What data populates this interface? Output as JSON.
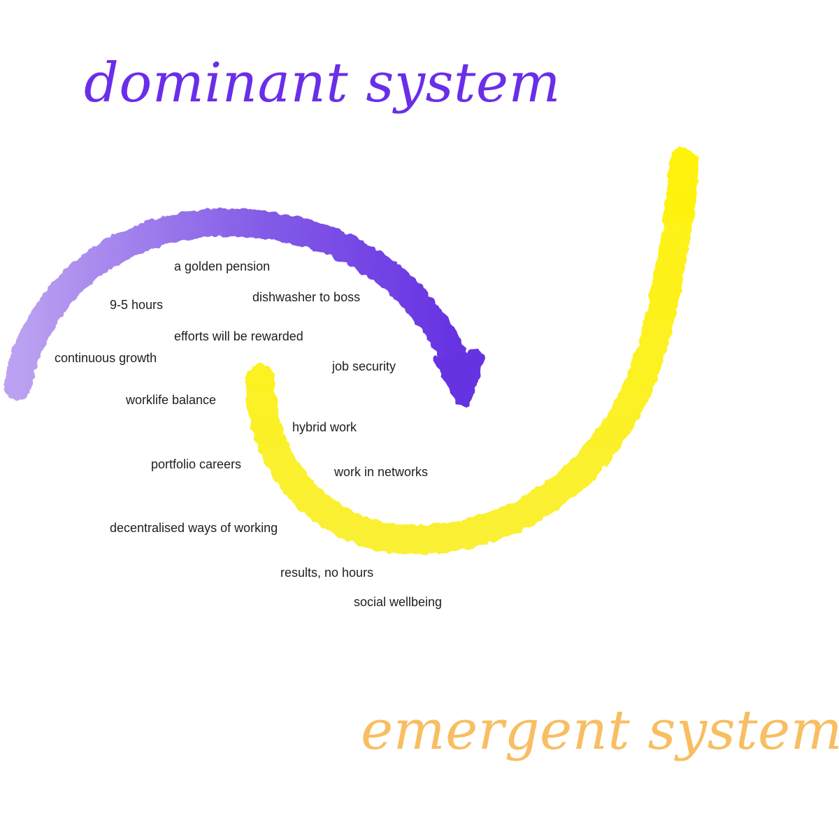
{
  "dominant": {
    "title": "dominant system",
    "color": "#6a2ee8",
    "stroke_colors": [
      "#b69af0",
      "#7a4fe6",
      "#5a22e0"
    ],
    "labels": [
      "a golden pension",
      "dishwasher to boss",
      "9-5 hours",
      "efforts will be rewarded",
      "continuous growth",
      "job security",
      "worklife balance"
    ]
  },
  "emergent": {
    "title": "emergent system",
    "color": "#f8be62",
    "stroke_colors": [
      "#faf02a",
      "#fff200"
    ],
    "labels": [
      "hybrid work",
      "portfolio careers",
      "work in networks",
      "decentralised ways of working",
      "results, no hours",
      "social wellbeing"
    ]
  }
}
